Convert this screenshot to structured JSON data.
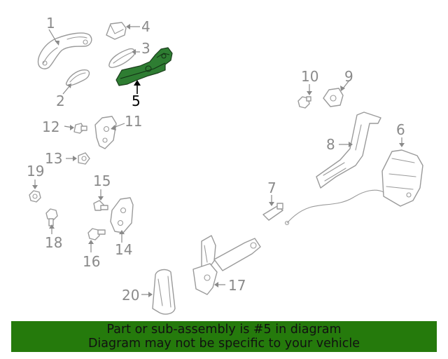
{
  "diagram": {
    "highlighted_part": "5",
    "highlight_color": "#2e7d32",
    "callouts": [
      "1",
      "2",
      "3",
      "4",
      "5",
      "6",
      "7",
      "8",
      "9",
      "10",
      "11",
      "12",
      "13",
      "14",
      "15",
      "16",
      "17",
      "18",
      "19",
      "20"
    ]
  },
  "banner": {
    "line1": "Part or sub-assembly is #5 in diagram",
    "line2": "Diagram may not be specific to your vehicle",
    "color": "#257a0c"
  }
}
